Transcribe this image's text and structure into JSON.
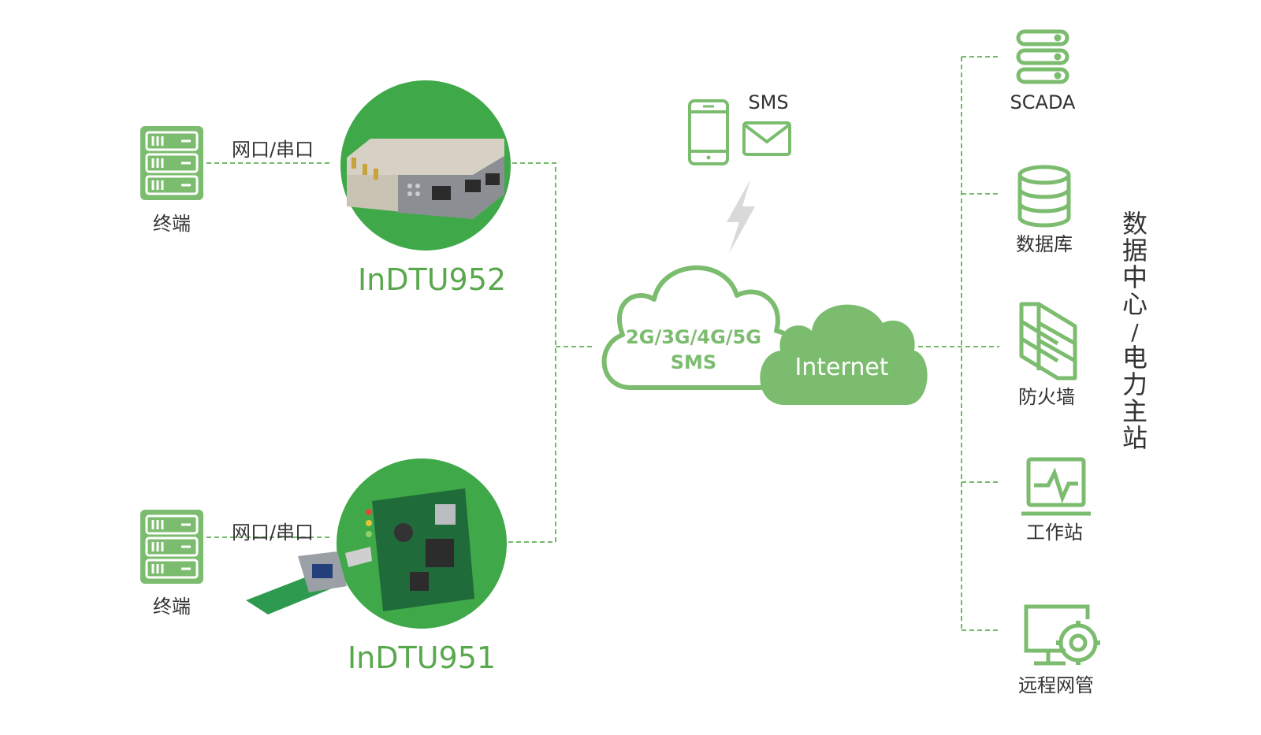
{
  "colors": {
    "green": "#3fa848",
    "light_green": "#7cbc6f",
    "outline": "#74b96a",
    "label_green": "#5aa84e",
    "text": "#333333",
    "lightning": "#d9d9d9"
  },
  "terminals": {
    "top": {
      "label": "终端",
      "link_label": "网口/串口",
      "icon": "server-rack-icon"
    },
    "bottom": {
      "label": "终端",
      "link_label": "网口/串口",
      "icon": "server-rack-icon"
    }
  },
  "devices": {
    "top": {
      "name": "InDTU952",
      "image": "industrial-router-photo"
    },
    "bottom": {
      "name": "InDTU951",
      "image": "pcb-module-photo"
    }
  },
  "network": {
    "cellular_line1": "2G/3G/4G/5G",
    "cellular_line2": "SMS",
    "internet": "Internet",
    "sms_label": "SMS"
  },
  "datacenter": {
    "title": "数据中心/电力主站",
    "items": [
      {
        "label": "SCADA",
        "icon": "server-stack-icon"
      },
      {
        "label": "数据库",
        "icon": "database-icon"
      },
      {
        "label": "防火墙",
        "icon": "firewall-icon"
      },
      {
        "label": "工作站",
        "icon": "workstation-icon"
      },
      {
        "label": "远程网管",
        "icon": "remote-management-icon"
      }
    ]
  }
}
